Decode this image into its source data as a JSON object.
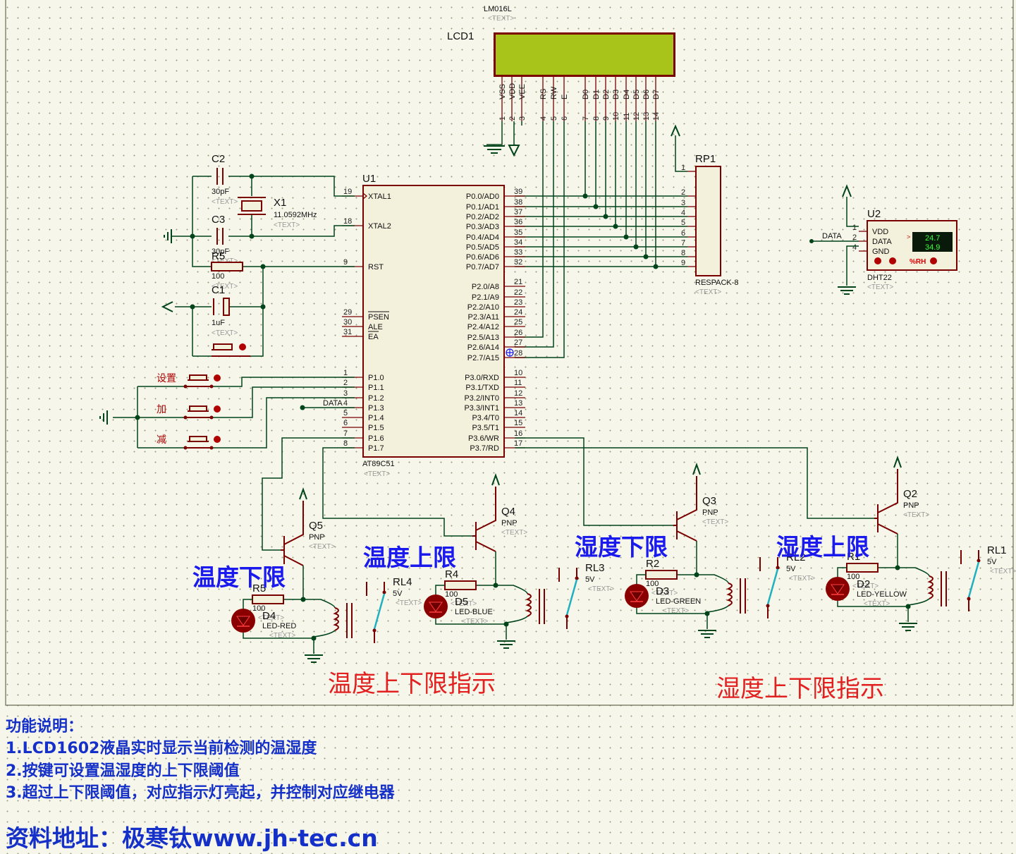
{
  "lcd": {
    "model": "LM016L",
    "ref": "LCD1",
    "text": "<TEXT>",
    "pins": [
      "VSS",
      "VDD",
      "VEE",
      "RS",
      "RW",
      "E",
      "D0",
      "D1",
      "D2",
      "D3",
      "D4",
      "D5",
      "D6",
      "D7"
    ],
    "pin_numbers": [
      "1",
      "2",
      "3",
      "4",
      "5",
      "6",
      "7",
      "8",
      "9",
      "10",
      "11",
      "12",
      "13",
      "14"
    ]
  },
  "mcu": {
    "ref": "U1",
    "model": "AT89C51",
    "text": "<TEXT>",
    "left_pins": [
      [
        "19",
        "XTAL1"
      ],
      [
        "18",
        "XTAL2"
      ],
      [
        "9",
        "RST"
      ],
      [
        "29",
        "PSEN"
      ],
      [
        "30",
        "ALE"
      ],
      [
        "31",
        "EA"
      ],
      [
        "1",
        "P1.0"
      ],
      [
        "2",
        "P1.1"
      ],
      [
        "3",
        "P1.2"
      ],
      [
        "4",
        "P1.3"
      ],
      [
        "5",
        "P1.4"
      ],
      [
        "6",
        "P1.5"
      ],
      [
        "7",
        "P1.6"
      ],
      [
        "8",
        "P1.7"
      ]
    ],
    "right_pins": [
      [
        "39",
        "P0.0/AD0"
      ],
      [
        "38",
        "P0.1/AD1"
      ],
      [
        "37",
        "P0.2/AD2"
      ],
      [
        "36",
        "P0.3/AD3"
      ],
      [
        "35",
        "P0.4/AD4"
      ],
      [
        "34",
        "P0.5/AD5"
      ],
      [
        "33",
        "P0.6/AD6"
      ],
      [
        "32",
        "P0.7/AD7"
      ],
      [
        "21",
        "P2.0/A8"
      ],
      [
        "22",
        "P2.1/A9"
      ],
      [
        "23",
        "P2.2/A10"
      ],
      [
        "24",
        "P2.3/A11"
      ],
      [
        "25",
        "P2.4/A12"
      ],
      [
        "26",
        "P2.5/A13"
      ],
      [
        "27",
        "P2.6/A14"
      ],
      [
        "28",
        "P2.7/A15"
      ],
      [
        "10",
        "P3.0/RXD"
      ],
      [
        "11",
        "P3.1/TXD"
      ],
      [
        "12",
        "P3.2/INT0"
      ],
      [
        "13",
        "P3.3/INT1"
      ],
      [
        "14",
        "P3.4/T0"
      ],
      [
        "15",
        "P3.5/T1"
      ],
      [
        "16",
        "P3.6/WR"
      ],
      [
        "17",
        "P3.7/RD"
      ]
    ]
  },
  "rp1": {
    "ref": "RP1",
    "model": "RESPACK-8",
    "text": "<TEXT>",
    "pins": [
      "1",
      "2",
      "3",
      "4",
      "5",
      "6",
      "7",
      "8",
      "9"
    ]
  },
  "u2": {
    "ref": "U2",
    "model": "DHT22",
    "text": "<TEXT>",
    "pins": [
      [
        "1",
        "VDD"
      ],
      [
        "2",
        "DATA"
      ],
      [
        "4",
        "GND"
      ]
    ],
    "temp": "24.7",
    "hum": "34.9",
    "unit": "%RH",
    "net": "DATA"
  },
  "c2": {
    "ref": "C2",
    "value": "30pF",
    "text": "<TEXT>"
  },
  "c3": {
    "ref": "C3",
    "value": "30pF",
    "text": "<TEXT>"
  },
  "x1": {
    "ref": "X1",
    "value": "11.0592MHz",
    "text": "<TEXT>"
  },
  "r5top": {
    "ref": "R5",
    "value": "100",
    "text": "<TEXT>"
  },
  "c1": {
    "ref": "C1",
    "value": "1uF",
    "text": "<TEXT>"
  },
  "keys": {
    "set": "设置",
    "add": "加",
    "sub": "减"
  },
  "data_net": "DATA",
  "q5": {
    "ref": "Q5",
    "type": "PNP",
    "text": "<TEXT>"
  },
  "q4": {
    "ref": "Q4",
    "type": "PNP",
    "text": "<TEXT>"
  },
  "q3": {
    "ref": "Q3",
    "type": "PNP",
    "text": "<TEXT>"
  },
  "q2": {
    "ref": "Q2",
    "type": "PNP",
    "text": "<TEXT>"
  },
  "r5": {
    "ref": "R5",
    "value": "100",
    "text": "<TEXT>"
  },
  "r4": {
    "ref": "R4",
    "value": "100",
    "text": "<TEXT>"
  },
  "r2": {
    "ref": "R2",
    "value": "100",
    "text": "<TEXT>"
  },
  "r1": {
    "ref": "R1",
    "value": "100",
    "text": "<TEXT>"
  },
  "d4": {
    "ref": "D4",
    "model": "LED-RED",
    "text": "<TEXT>"
  },
  "d5": {
    "ref": "D5",
    "model": "LED-BLUE",
    "text": "<TEXT>"
  },
  "d3": {
    "ref": "D3",
    "model": "LED-GREEN",
    "text": "<TEXT>"
  },
  "d2": {
    "ref": "D2",
    "model": "LED-YELLOW",
    "text": "<TEXT>"
  },
  "rl4": {
    "ref": "RL4",
    "value": "5V",
    "text": "<TEXT>"
  },
  "rl3": {
    "ref": "RL3",
    "value": "5V",
    "text": "<TEXT>"
  },
  "rl2": {
    "ref": "RL2",
    "value": "5V",
    "text": "<TEXT>"
  },
  "rl1": {
    "ref": "RL1",
    "value": "5V",
    "text": "<TEXT>"
  },
  "labels": {
    "temp_low": "温度下限",
    "temp_high": "温度上限",
    "hum_low": "湿度下限",
    "hum_high": "湿度上限",
    "temp_ind": "温度上下限指示",
    "hum_ind": "湿度上下限指示"
  },
  "notes": {
    "title": "功能说明：",
    "line1": "1.LCD1602液晶实时显示当前检测的温湿度",
    "line2": "2.按键可设置温湿度的上下限阈值",
    "line3": "3.超过上下限阈值，对应指示灯亮起，并控制对应继电器",
    "address": "资料地址：极寒钛www.jh-tec.cn"
  },
  "colors": {
    "wire": "#00441a",
    "component": "#7a0000",
    "lcd_screen": "#a8c41a",
    "label_blue": "#1a1aee",
    "label_red": "#e22020",
    "notes_blue": "#1530c8"
  }
}
